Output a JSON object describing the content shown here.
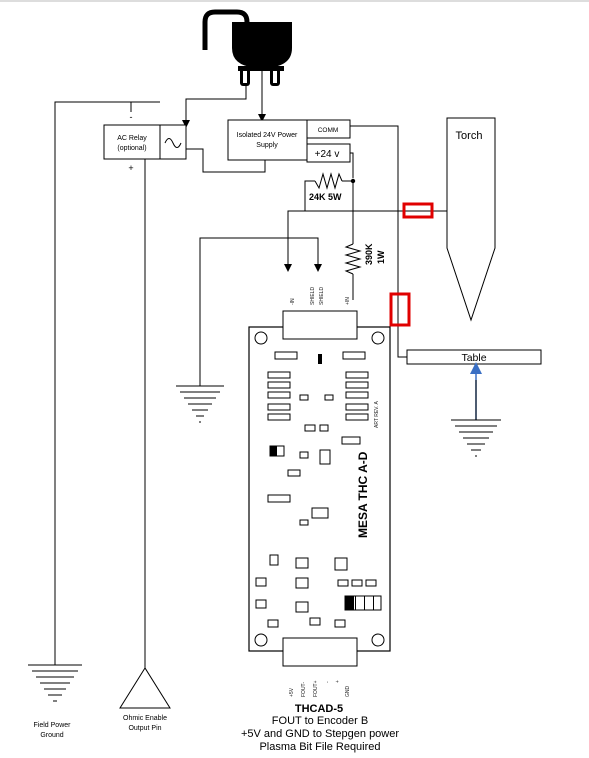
{
  "diagram": {
    "plug_icon": "power-plug-icon",
    "ac_relay": {
      "line1": "AC Relay",
      "line2": "(optional)",
      "minus": "-",
      "plus": "+"
    },
    "power_supply": {
      "line1": "Isolated 24V Power",
      "line2": "Supply",
      "comm": "COMM",
      "v24": "+24 v"
    },
    "resistor_24k": "24K 5W",
    "resistor_390k": {
      "line1": "390K",
      "line2": "1W"
    },
    "torch_label": "Torch",
    "table_label": "Table",
    "board_pins_top": [
      "-IN",
      "SHIELD",
      "SHIELD",
      "+IN"
    ],
    "board_pins_bottom": [
      "+5V",
      "FOUT-",
      "FOUT+",
      "-",
      "+",
      "GND"
    ],
    "board_label": "MESA THC A-D",
    "board_rev": "ART REV. A",
    "field_ground": {
      "line1": "Field Power",
      "line2": "Ground"
    },
    "ohmic_pin": {
      "line1": "Ohmic Enable",
      "line2": "Output Pin"
    },
    "caption": {
      "title": "THCAD-5",
      "line1": "FOUT to  Encoder B",
      "line2": "+5V and GND to Stepgen power",
      "line3": "Plasma Bit File Required"
    },
    "highlight_color": "#e00000",
    "arrow_color": "#3a6fc4"
  }
}
